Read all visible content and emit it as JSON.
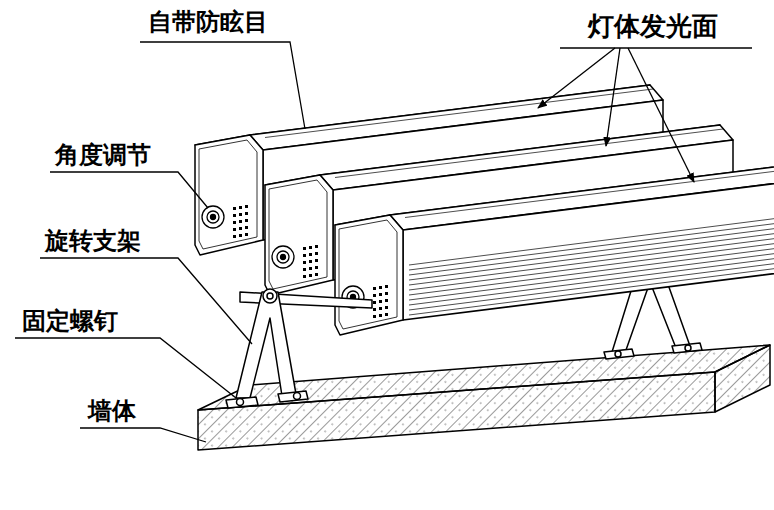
{
  "diagram": {
    "labels": [
      "自带防眩目",
      "灯体发光面",
      "角度调节",
      "旋转支架",
      "固定螺钉",
      "墙体"
    ]
  }
}
